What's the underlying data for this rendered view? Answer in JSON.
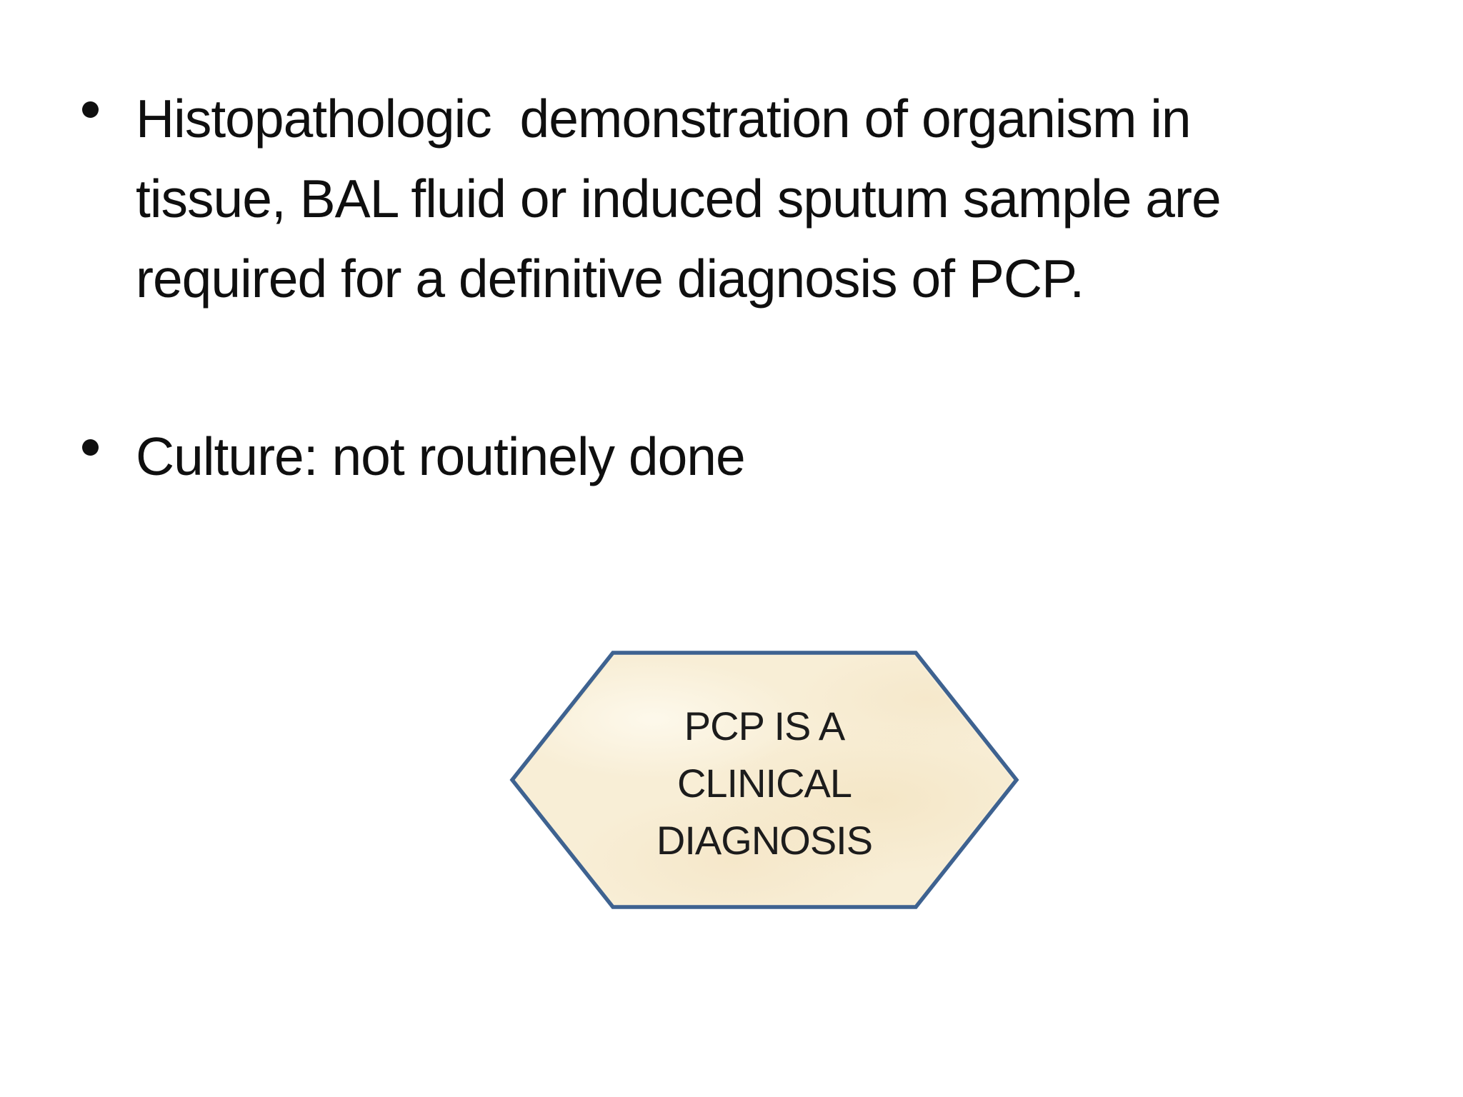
{
  "slide": {
    "background": "#ffffff",
    "text_color": "#0f0f0f"
  },
  "bullets": [
    {
      "lines": [
        "Histopathologic  demonstration of organism in",
        "tissue, BAL fluid or induced sputum sample are",
        "required for a definitive diagnosis of PCP."
      ]
    },
    {
      "lines": [
        "Culture: not routinely done"
      ]
    }
  ],
  "hexagon": {
    "lines": [
      "PCP IS A",
      "CLINICAL",
      "DIAGNOSIS"
    ],
    "fill": "#f8eed6",
    "border": "#3e6290",
    "text_color": "#1c1c1c"
  }
}
